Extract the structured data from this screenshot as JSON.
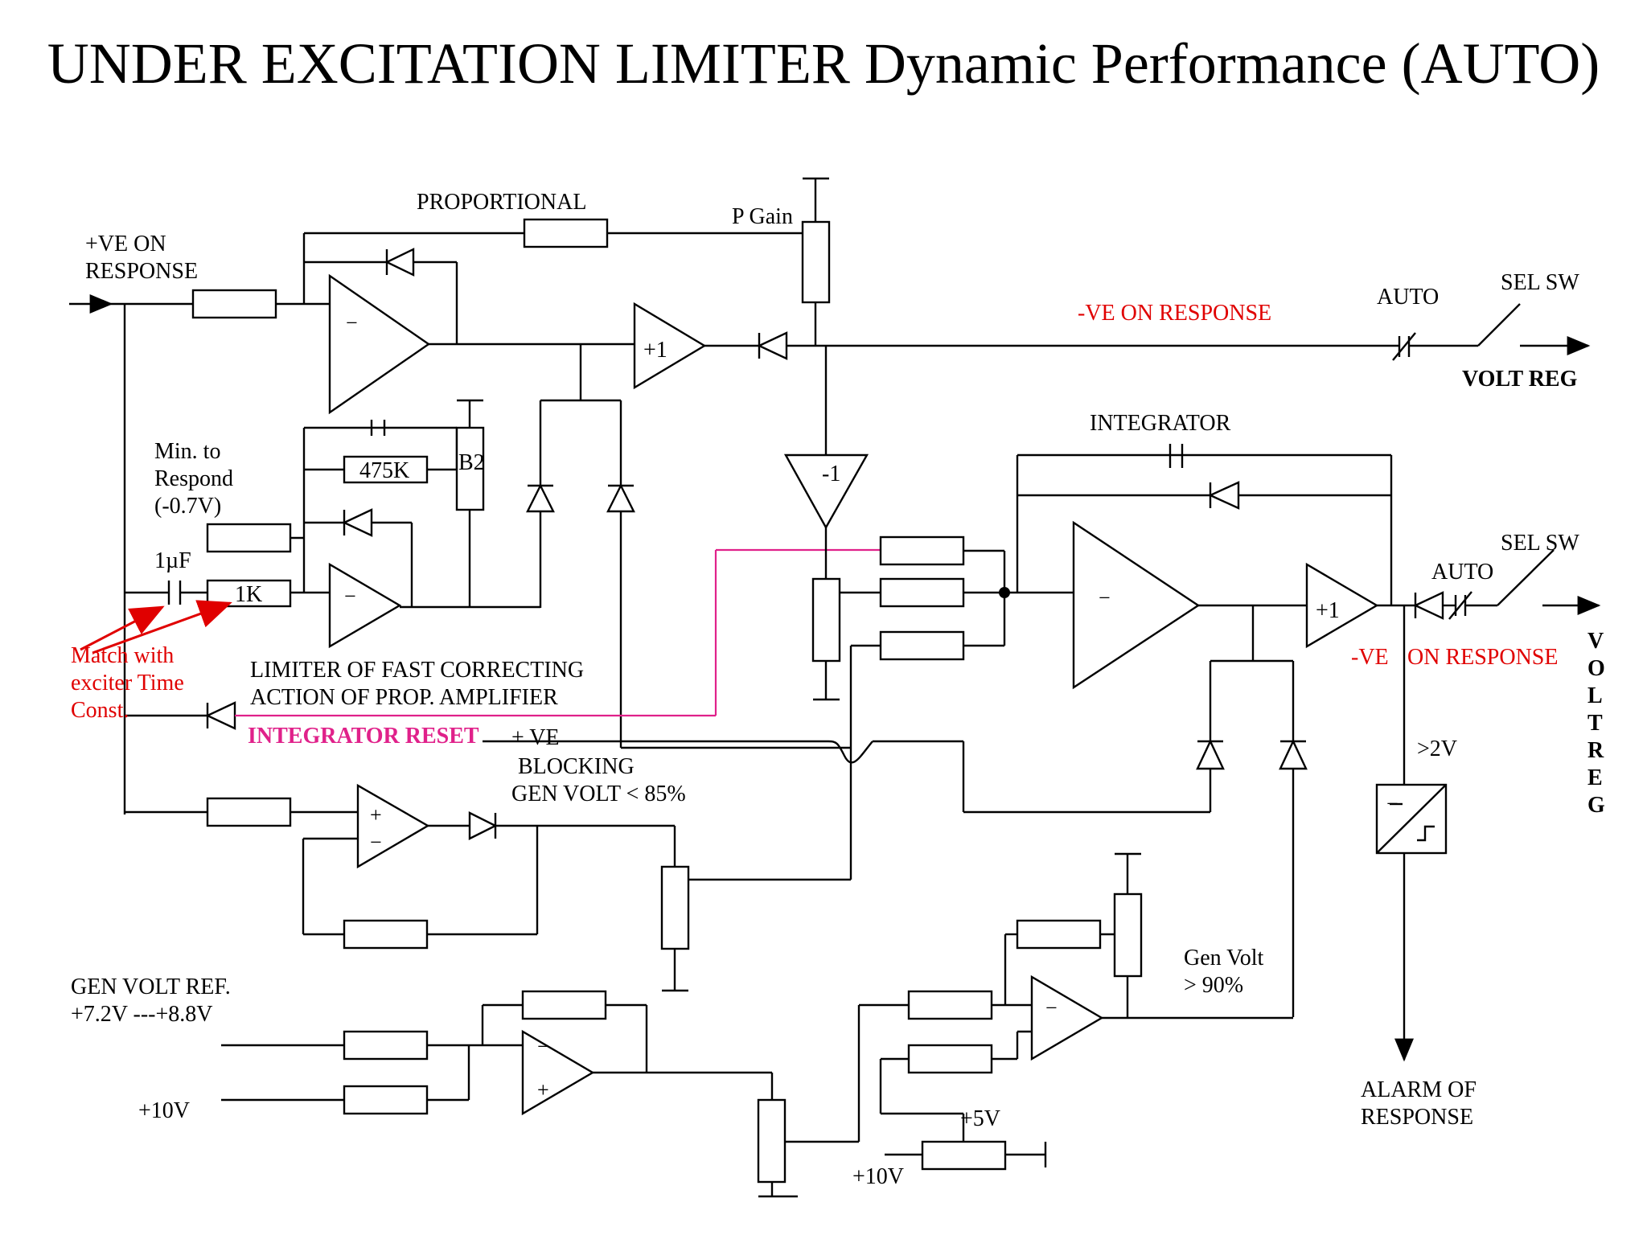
{
  "title": "UNDER EXCITATION LIMITER Dynamic Performance (AUTO)",
  "labels": {
    "ve_on": "+VE ON",
    "response": "RESPONSE",
    "proportional": "PROPORTIONAL",
    "p_gain": "P Gain",
    "neg_ve_on_response_top": "-VE ON RESPONSE",
    "auto_top": "AUTO",
    "sel_sw_top": "SEL SW",
    "volt_reg_top": "VOLT  REG",
    "integrator": "INTEGRATOR",
    "min_to": "Min. to",
    "respond": "Respond",
    "minus_07v": "(-0.7V)",
    "one_uf": "1µF",
    "r_475k": "475K",
    "b2": "B2",
    "r_1k": "1K",
    "match_with": "Match with",
    "exciter_time": "exciter Time",
    "const": "Const.",
    "limiter_line1": "LIMITER OF FAST CORRECTING",
    "limiter_line2": "ACTION OF  PROP.  AMPLIFIER",
    "integrator_reset": "INTEGRATOR RESET",
    "plus_ve": "+ VE",
    "blocking": "BLOCKING",
    "gen_volt_85": "GEN VOLT < 85%",
    "sel_sw_mid": "SEL SW",
    "auto_mid": "AUTO",
    "neg_ve": "-VE",
    "on_response_mid": "ON RESPONSE",
    "volt_reg_vertical": [
      "V",
      "O",
      "L",
      "T",
      "R",
      "E",
      "G"
    ],
    "gt_2v": ">2V",
    "gen_volt_ref": "GEN  VOLT REF.",
    "gen_volt_range": "+7.2V ---+8.8V",
    "plus_10v_left": "+10V",
    "gen_volt": "Gen Volt",
    "gt_90": "> 90%",
    "alarm_of": "ALARM OF",
    "alarm_response": "RESPONSE",
    "plus_5v": "+5V",
    "plus_10v_bottom": "+10V",
    "buffer_plus1_top": "+1",
    "inverter": "-1",
    "buffer_plus1_mid": "+1",
    "minus": "−",
    "plus": "+"
  }
}
